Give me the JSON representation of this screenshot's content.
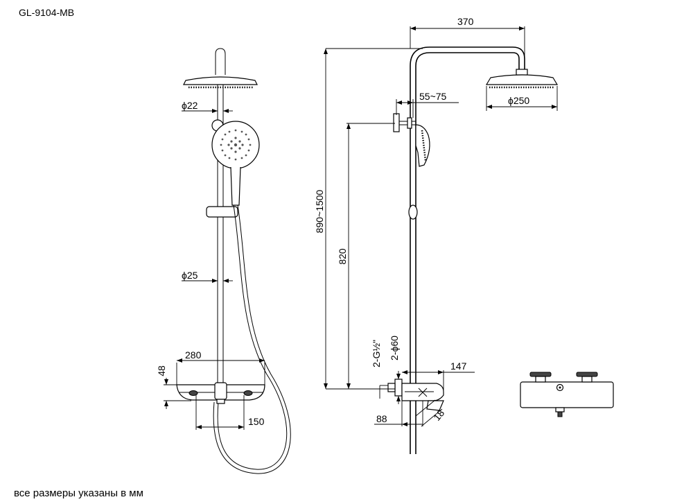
{
  "model": "GL-9104-MB",
  "footnote": "все размеры указаны в мм",
  "dims": {
    "d22": "ϕ22",
    "d25": "ϕ25",
    "w280": "280",
    "h48": "48",
    "w150": "150",
    "w370": "370",
    "r5575": "55~75",
    "d250": "ϕ250",
    "h8901500": "890~1500",
    "h820": "820",
    "g12": "2-G½\"",
    "d60": "2-ϕ60",
    "w147": "147",
    "w88": "88",
    "a18": "18"
  }
}
